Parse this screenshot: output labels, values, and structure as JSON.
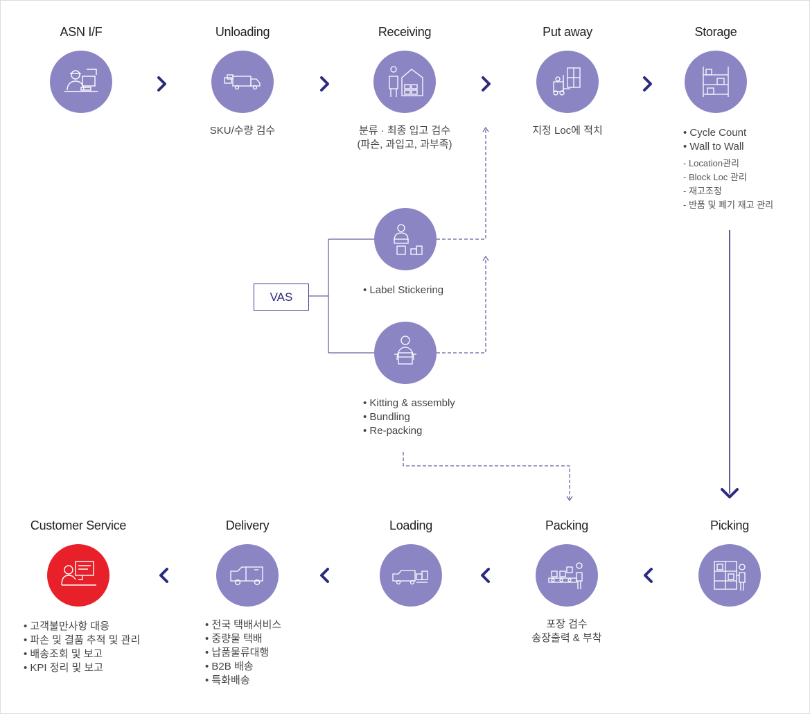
{
  "colors": {
    "circle": "#8b85c4",
    "circle_alert": "#e8202a",
    "arrow": "#2b2a7c",
    "line": "#3c3a8a"
  },
  "top_row": [
    {
      "title": "ASN I/F",
      "icon": "computer-operator-icon",
      "desc": []
    },
    {
      "title": "Unloading",
      "icon": "truck-unloading-icon",
      "desc": [
        "SKU/수량 검수"
      ]
    },
    {
      "title": "Receiving",
      "icon": "warehouse-worker-icon",
      "desc": [
        "분류 · 최종 입고 검수",
        "(파손, 과입고, 과부족)"
      ]
    },
    {
      "title": "Put away",
      "icon": "forklift-icon",
      "desc": [
        "지정 Loc에 적치"
      ]
    },
    {
      "title": "Storage",
      "icon": "shelving-icon",
      "desc": []
    }
  ],
  "storage_list": {
    "bullets": [
      "• Cycle Count",
      "• Wall to Wall"
    ],
    "subs": [
      "- Location관리",
      "- Block Loc 관리",
      "- 재고조정",
      "- 반품 및 폐기 재고 관리"
    ]
  },
  "vas": {
    "label": "VAS",
    "upper": {
      "icon": "label-worker-icon",
      "items": [
        "• Label Stickering"
      ]
    },
    "lower": {
      "icon": "assembly-worker-icon",
      "items": [
        "• Kitting & assembly",
        "• Bundling",
        "• Re-packing"
      ]
    }
  },
  "bottom_row": [
    {
      "title": "Customer Service",
      "icon": "support-desk-icon",
      "items": [
        "• 고객불만사항 대응",
        "• 파손 및 결품 추적 및 관리",
        "• 배송조회 및 보고",
        "• KPI 정리 및 보고"
      ]
    },
    {
      "title": "Delivery",
      "icon": "delivery-van-icon",
      "items": [
        "• 전국 택배서비스",
        "• 중량물 택배",
        "• 납품물류대행",
        "• B2B 배송",
        "• 특화배송"
      ]
    },
    {
      "title": "Loading",
      "icon": "truck-loading-icon",
      "desc": []
    },
    {
      "title": "Packing",
      "icon": "conveyor-packing-icon",
      "desc": [
        "포장 검수",
        "송장출력 & 부착"
      ]
    },
    {
      "title": "Picking",
      "icon": "picking-shelf-icon",
      "desc": []
    }
  ]
}
